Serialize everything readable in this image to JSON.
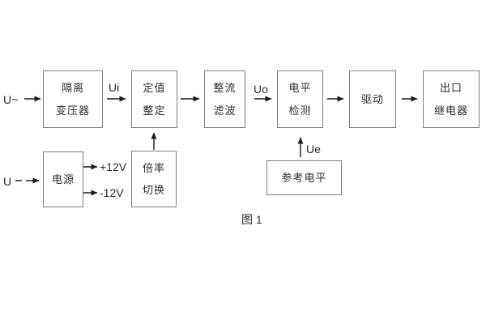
{
  "diagram": {
    "caption": "图 1",
    "inputs": {
      "ac_label": "U~",
      "dc_label": "U"
    },
    "signals": {
      "ui": "Ui",
      "uo": "Uo",
      "ue": "Ue"
    },
    "rails": {
      "positive": "+12V",
      "negative": "-12V"
    },
    "boxes": {
      "isolation_transformer": {
        "line1": "隔离",
        "line2": "变压器"
      },
      "setting_adjust": {
        "line1": "定值",
        "line2": "整定"
      },
      "rectify_filter": {
        "line1": "整流",
        "line2": "滤波"
      },
      "level_detect": {
        "line1": "电平",
        "line2": "检测"
      },
      "drive": {
        "line1": "驱动"
      },
      "output_relay": {
        "line1": "出口",
        "line2": "继电器"
      },
      "power_supply": {
        "line1": "电源"
      },
      "ratio_switch": {
        "line1": "倍率",
        "line2": "切换"
      },
      "reference_level": {
        "line1": "参考电平"
      }
    },
    "colors": {
      "line": "#1a1a1a",
      "box_border": "#7f7f7f",
      "text": "#2d2d2d",
      "background": "#ffffff"
    }
  }
}
